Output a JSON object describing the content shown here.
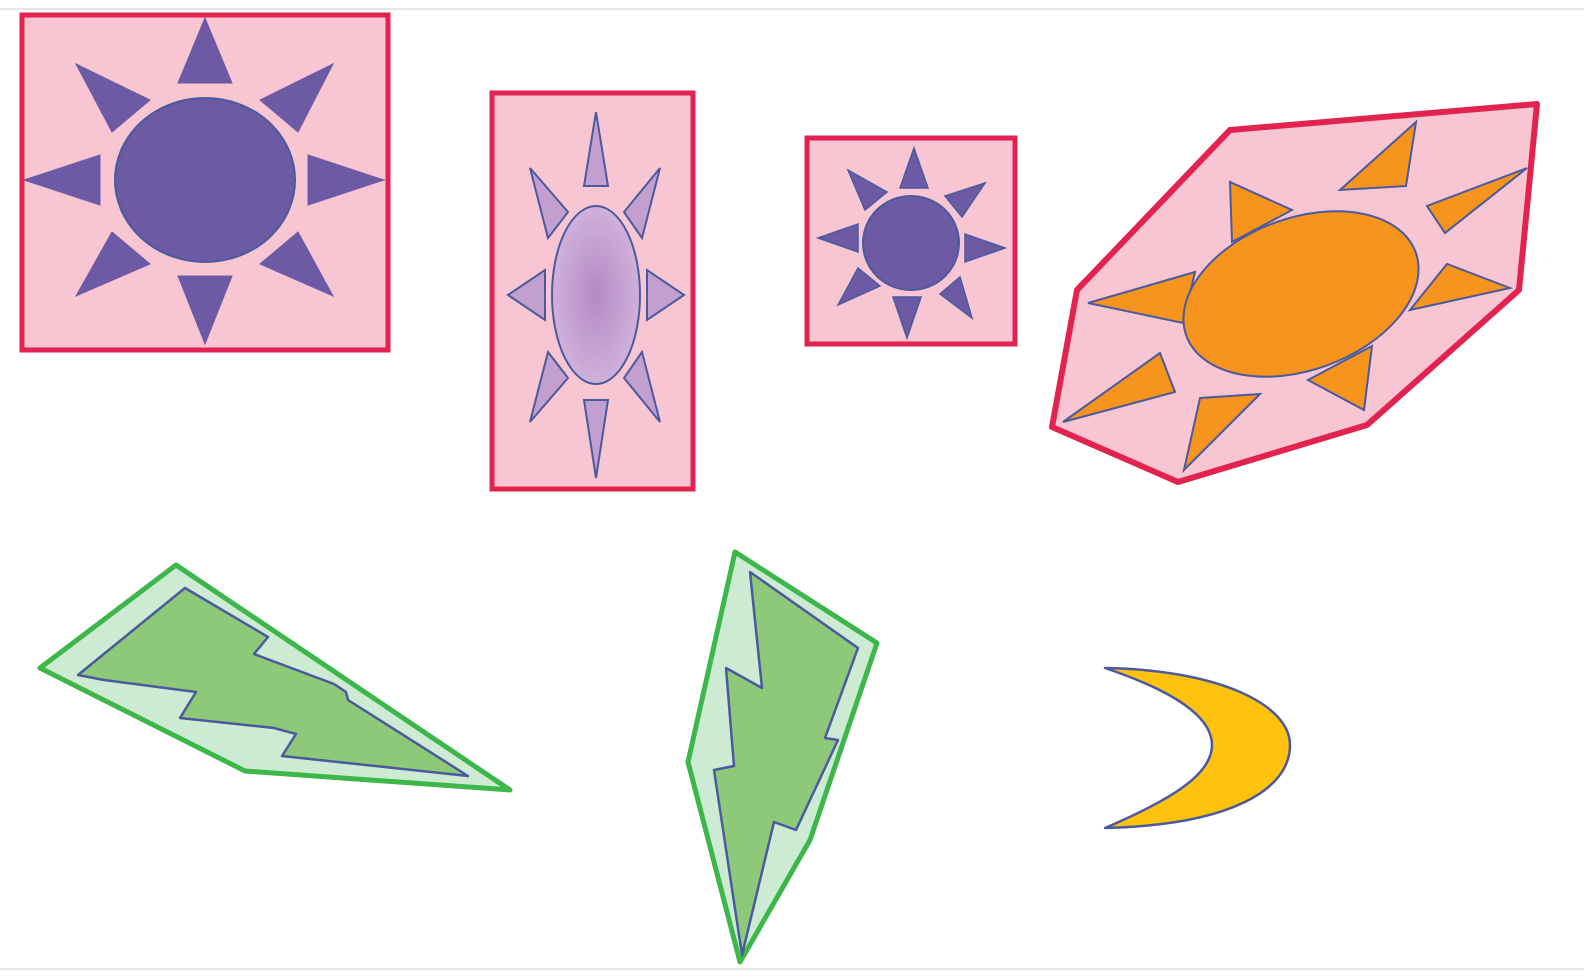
{
  "colors": {
    "frame_red": "#e2234f",
    "frame_pink_fill": "#f8c5d2",
    "sun_purple": "#6c5aa4",
    "sun_light_purple": "#c39fd0",
    "sun_orange": "#f7941d",
    "outline_blue": "#4a5a9c",
    "bolt_green": "#8ec97a",
    "bolt_light_green": "#cdebd3",
    "bolt_border_green": "#3db64a",
    "moon_gold": "#ffc20e",
    "divider_gray": "#e6e6e6"
  },
  "shapes": [
    {
      "name": "sun-square-frame-large",
      "kind": "sun",
      "variant": "purple-square"
    },
    {
      "name": "sun-tall-rectangle-frame",
      "kind": "sun",
      "variant": "lavender-gradient-tall"
    },
    {
      "name": "sun-square-frame-small",
      "kind": "sun",
      "variant": "purple-square-small"
    },
    {
      "name": "sun-rotated-polygon-frame",
      "kind": "sun",
      "variant": "orange-rotated"
    },
    {
      "name": "lightning-bolt-horizontal",
      "kind": "lightning-bolt",
      "variant": "rotated-horizontal"
    },
    {
      "name": "lightning-bolt-vertical",
      "kind": "lightning-bolt",
      "variant": "vertical"
    },
    {
      "name": "crescent-moon",
      "kind": "moon",
      "variant": "gold"
    }
  ]
}
